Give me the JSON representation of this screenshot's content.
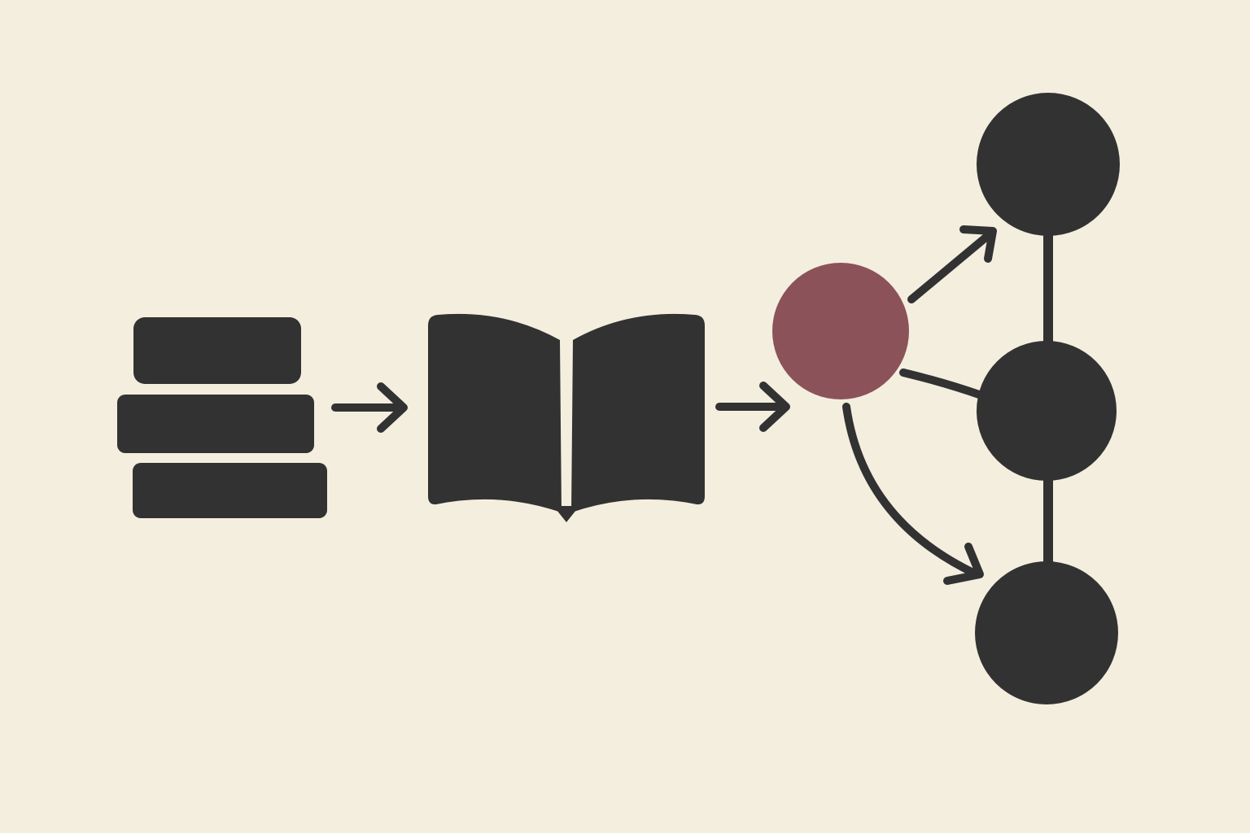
{
  "colors": {
    "background": "#f4eedf",
    "ink": "#323232",
    "accent": "#8b525a"
  },
  "diagram": {
    "nodes": [
      {
        "id": "stack",
        "icon": "stacked-bars-icon"
      },
      {
        "id": "book",
        "icon": "open-book-icon"
      },
      {
        "id": "hub",
        "icon": "accent-circle-icon"
      },
      {
        "id": "top",
        "icon": "circle-node-icon"
      },
      {
        "id": "middle",
        "icon": "circle-node-icon"
      },
      {
        "id": "bottom",
        "icon": "circle-node-icon"
      }
    ],
    "edges": [
      {
        "from": "stack",
        "to": "book",
        "arrow": true
      },
      {
        "from": "book",
        "to": "hub",
        "arrow": true
      },
      {
        "from": "hub",
        "to": "top",
        "arrow": true
      },
      {
        "from": "hub",
        "to": "middle",
        "arrow": false
      },
      {
        "from": "hub",
        "to": "bottom",
        "arrow": true
      },
      {
        "from": "top",
        "to": "middle",
        "arrow": false
      },
      {
        "from": "middle",
        "to": "bottom",
        "arrow": false
      }
    ]
  }
}
